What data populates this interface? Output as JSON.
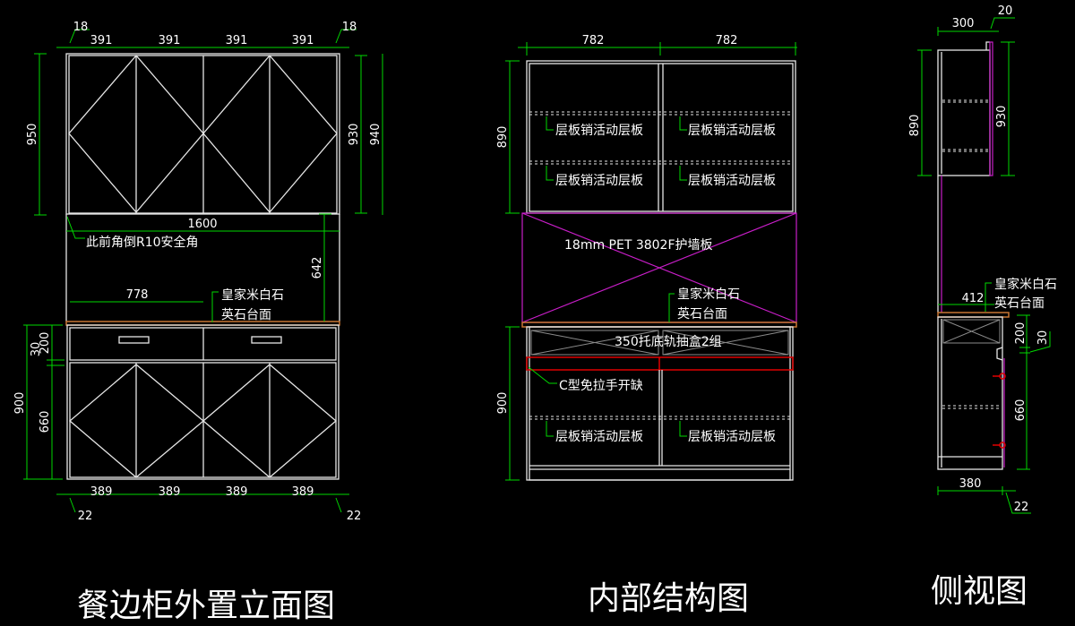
{
  "front_view": {
    "title": "餐边柜外置立面图",
    "top_widths": [
      "391",
      "391",
      "391",
      "391"
    ],
    "edge_left": "18",
    "edge_right": "18",
    "upper_height": "950",
    "upper_inner_height": "930",
    "upper_outer_height": "940",
    "total_width": "1600",
    "corner_note": "此前角倒R10安全角",
    "gap_height": "642",
    "inner_width": "778",
    "counter_note_1": "皇家米白石",
    "counter_note_2": "英石台面",
    "lower_height": "900",
    "drawer_height": "200",
    "gap": "30",
    "door_height": "660",
    "bottom_widths": [
      "389",
      "389",
      "389",
      "389"
    ],
    "bottom_edge_left": "22",
    "bottom_edge_right": "22"
  },
  "interior_view": {
    "title": "内部结构图",
    "top_widths": [
      "782",
      "782"
    ],
    "upper_height": "890",
    "shelf_note": "层板销活动层板",
    "panel_note": "18mm PET 3802F护墙板",
    "counter_note_1": "皇家米白石",
    "counter_note_2": "英石台面",
    "drawer_note": "350托底轨抽盒2组",
    "handle_note": "C型免拉手开缺",
    "lower_height": "900"
  },
  "side_view": {
    "title": "侧视图",
    "upper_depth": "300",
    "back_thickness": "20",
    "upper_height": "890",
    "upper_total_height": "930",
    "counter_depth": "412",
    "counter_note_1": "皇家米白石",
    "counter_note_2": "英石台面",
    "drawer_height": "200",
    "gap": "30",
    "door_height": "660",
    "lower_depth": "380",
    "door_thickness": "22"
  },
  "colors": {
    "background": "#000000",
    "dimension": "#00d800",
    "outline": "#e6e6e6",
    "panel": "#c81ec8",
    "countertop": "#c87533",
    "handle_cut": "#e00000"
  }
}
